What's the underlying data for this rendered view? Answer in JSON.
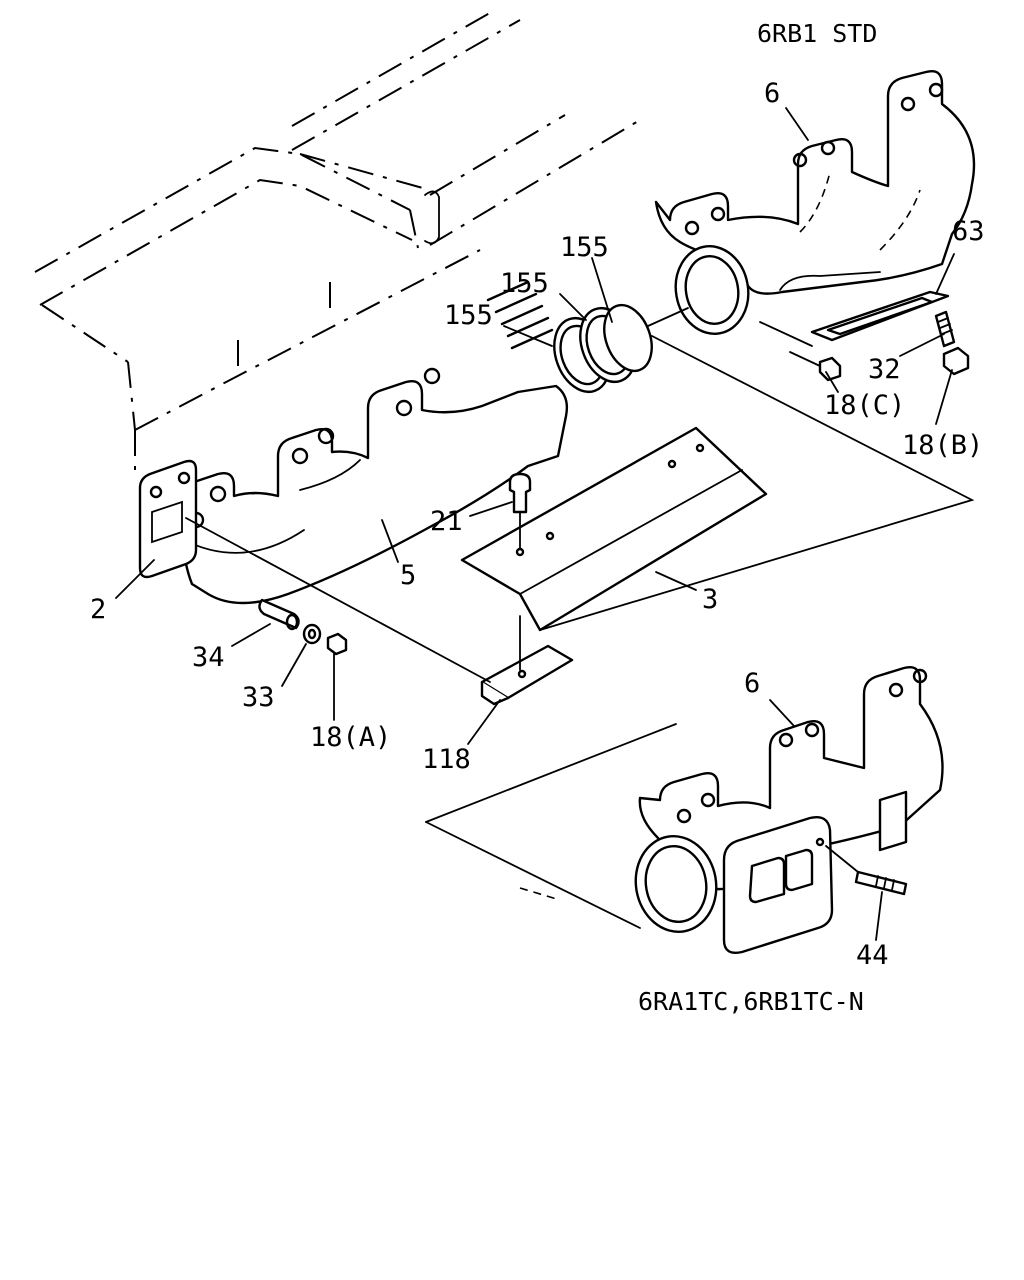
{
  "captions": {
    "top_variant": "6RB1 STD",
    "bottom_variant": "6RA1TC,6RB1TC-N"
  },
  "callouts": {
    "p6_top": "6",
    "p63": "63",
    "p155_a": "155",
    "p155_b": "155",
    "p155_c": "155",
    "p32": "32",
    "p18c": "18(C)",
    "p18b": "18(B)",
    "p21": "21",
    "p5": "5",
    "p3": "3",
    "p2": "2",
    "p34": "34",
    "p33": "33",
    "p18a": "18(A)",
    "p118": "118",
    "p6_bottom": "6",
    "p44": "44"
  }
}
